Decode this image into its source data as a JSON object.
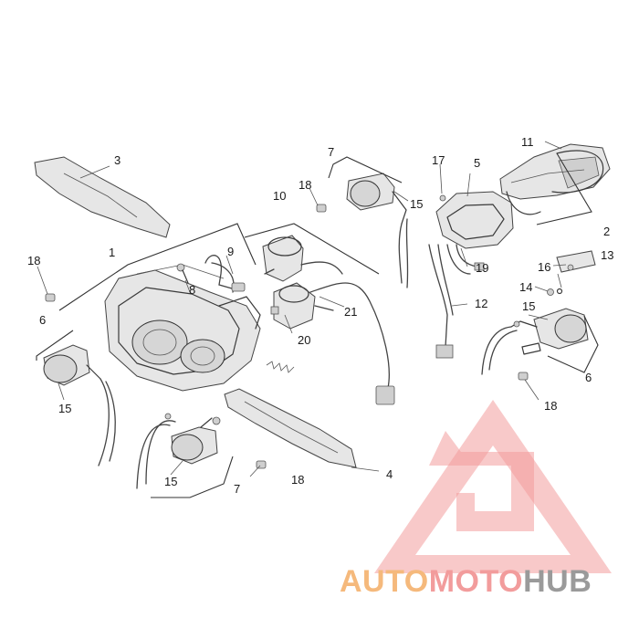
{
  "diagram": {
    "callouts": [
      "1",
      "2",
      "3",
      "4",
      "5",
      "6",
      "6",
      "7",
      "7",
      "8",
      "9",
      "10",
      "11",
      "12",
      "13",
      "14",
      "15",
      "15",
      "15",
      "15",
      "16",
      "17",
      "18",
      "18",
      "18",
      "18",
      "19",
      "20",
      "21"
    ]
  },
  "watermark": {
    "brand_part1": "AUTO",
    "brand_part2": "MOTO",
    "brand_part3": "HUB",
    "colors": {
      "part1": "#f5b97c",
      "part2": "#f29c9c",
      "part3": "#9a9a9a",
      "logo": "#f08a8a"
    }
  }
}
